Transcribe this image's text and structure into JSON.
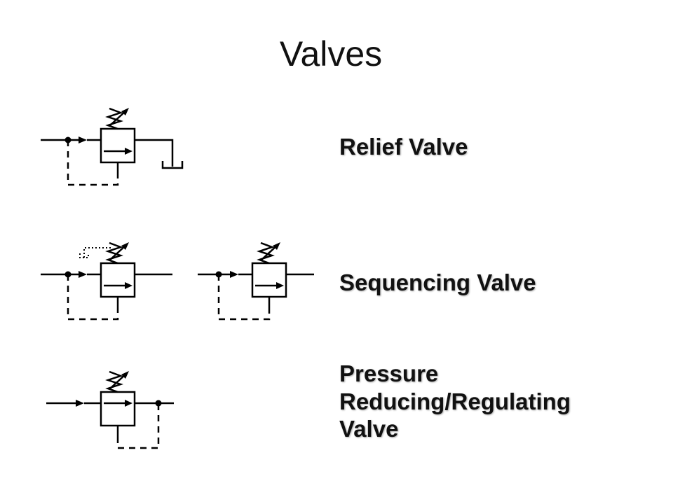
{
  "title": "Valves",
  "labels": {
    "relief": "Relief Valve",
    "sequencing": "Sequencing Valve",
    "reducing_line1": "Pressure",
    "reducing_line2": "Reducing/Regulating",
    "reducing_line3": "Valve"
  },
  "symbols": [
    {
      "name": "relief-valve-symbol",
      "icon": "relief-valve-icon"
    },
    {
      "name": "sequencing-valve-symbol-external",
      "icon": "sequencing-valve-icon"
    },
    {
      "name": "sequencing-valve-symbol-internal",
      "icon": "sequencing-valve-icon"
    },
    {
      "name": "pressure-reducing-valve-symbol",
      "icon": "pressure-reducing-valve-icon"
    }
  ]
}
